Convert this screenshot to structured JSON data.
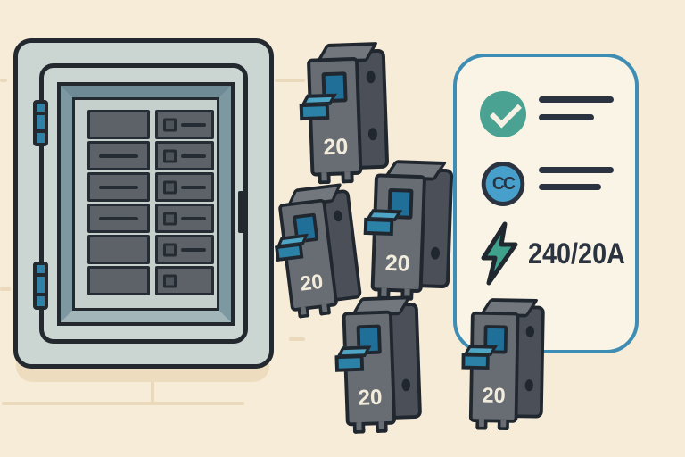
{
  "illustration": {
    "title": "Electrical panel and circuit breakers illustration",
    "panel": {
      "left_column_slots": 6,
      "right_column_slots": 6,
      "hinge_count": 2
    },
    "breakers": [
      {
        "label": "20"
      },
      {
        "label": "20"
      },
      {
        "label": "20"
      },
      {
        "label": "20"
      },
      {
        "label": "20"
      }
    ],
    "card": {
      "items": [
        {
          "icon": "check-icon",
          "icon_color": "#4aa392",
          "label": ""
        },
        {
          "icon": "cc-icon",
          "icon_color": "#47a0cc",
          "label": "CC"
        },
        {
          "icon": "lightning-bolt-icon",
          "icon_color": "#3fa18c",
          "label": "240/20A"
        }
      ],
      "border_color": "#3d8db4"
    },
    "colors": {
      "background": "#f7ecd8",
      "panel_body": "#cbd5d1",
      "outline": "#23292f",
      "breaker_body": "#686d74",
      "toggle_blue": "#2b81a6",
      "accent_teal": "#4aa392",
      "accent_blue": "#47a0cc",
      "text_dark": "#2b3240"
    }
  }
}
